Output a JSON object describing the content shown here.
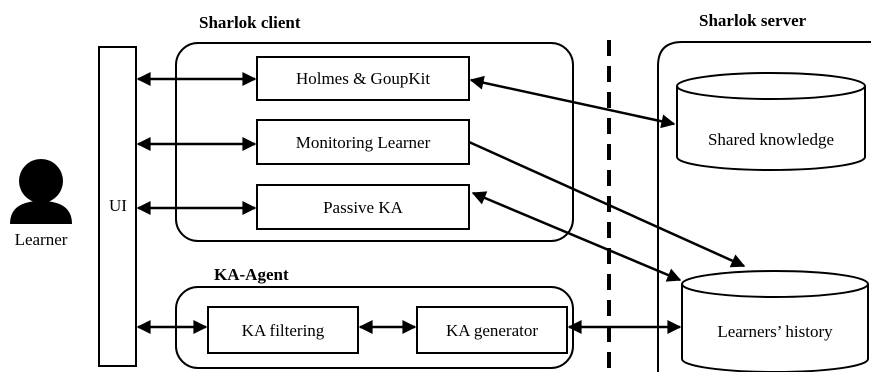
{
  "actor": {
    "label": "Learner"
  },
  "ui": {
    "label": "UI"
  },
  "client": {
    "title": "Sharlok client",
    "modules": {
      "holmes": "Holmes & GoupKit",
      "monitoring": "Monitoring Learner",
      "passive": "Passive KA"
    }
  },
  "agent": {
    "title": "KA-Agent",
    "filtering": "KA filtering",
    "generator": "KA generator"
  },
  "server": {
    "title": "Sharlok server",
    "shared": "Shared knowledge",
    "history": "Learners’ history"
  },
  "colors": {
    "stroke": "#000000",
    "background": "#ffffff"
  }
}
